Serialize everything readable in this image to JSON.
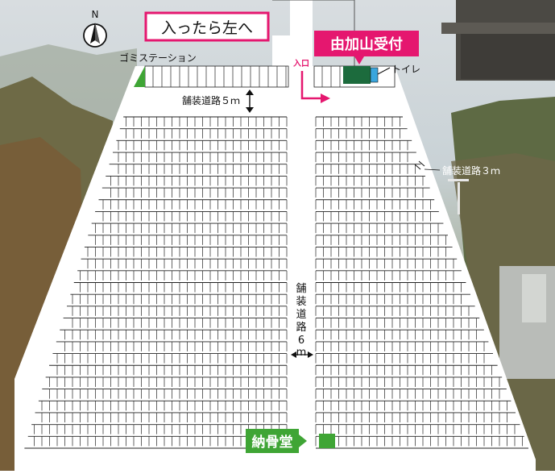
{
  "map": {
    "north_label": "N",
    "enter_sign": "入ったら左へ",
    "reception_label": "由加山受付",
    "entrance_label": "入口",
    "garbage_label": "ゴミステーション",
    "toilet_label": "トイレ",
    "road_5m_label": "舗装道路５ｍ",
    "road_3m_label": "舗装道路３ｍ",
    "road_6m_chars": [
      "舗",
      "装",
      "道",
      "路",
      "6",
      "m"
    ],
    "ossuary_label": "納骨堂",
    "colors": {
      "pink": "#e5176f",
      "green_light": "#3fa535",
      "green_dark": "#1c6b3d",
      "toilet_blue": "#3aa6dd",
      "grid_line": "#222222"
    }
  }
}
